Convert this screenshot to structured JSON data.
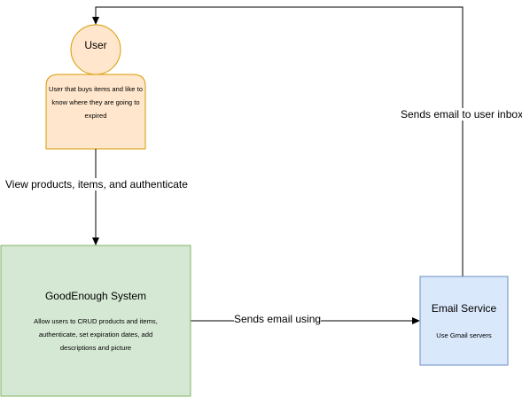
{
  "actor": {
    "title": "User",
    "description": "User that buys items and like to know where they are going to expired",
    "fill": "#ffe6cc",
    "stroke": "#d79b00"
  },
  "system": {
    "title": "GoodEnough System",
    "description": "Allow users to CRUD products and items, authenticate, set expiration dates, add descriptions and picture",
    "fill": "#d5e8d4",
    "stroke": "#82b366"
  },
  "email_service": {
    "title": "Email Service",
    "description": "Use Gmail servers",
    "fill": "#dae8fc",
    "stroke": "#6c8ebf"
  },
  "edges": {
    "user_to_system": "View products, items, and authenticate",
    "system_to_email": "Sends email using",
    "email_to_user": "Sends email to user inbox"
  }
}
